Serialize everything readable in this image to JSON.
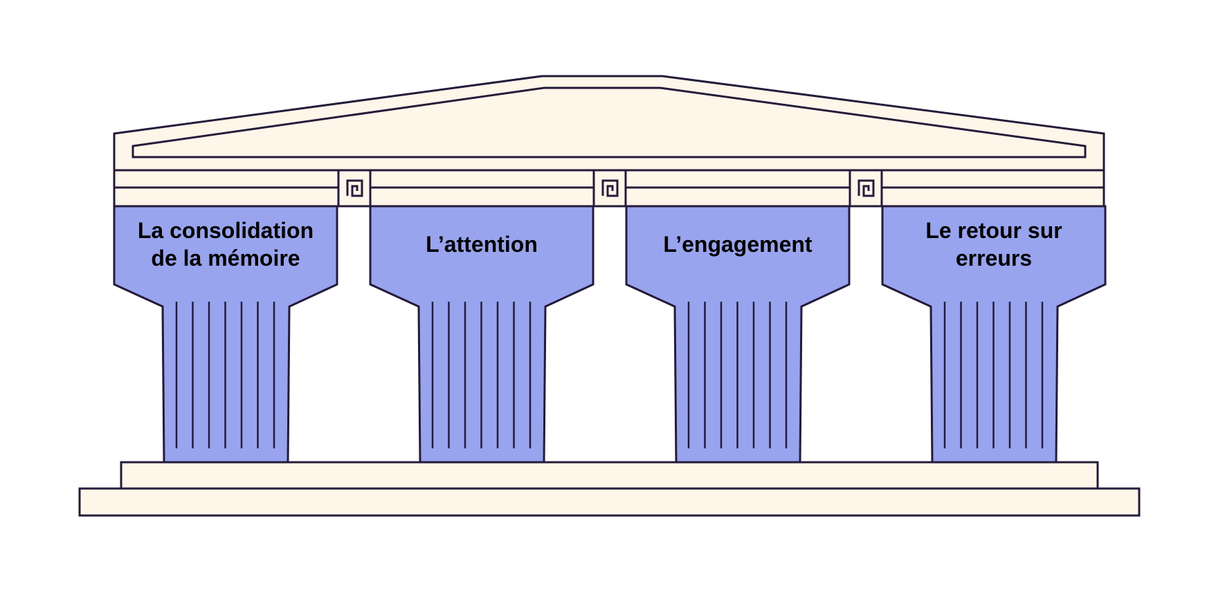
{
  "colors": {
    "outline": "#241a3a",
    "stone": "#fff6ea",
    "pillar": "#99a4ef",
    "background": "#ffffff",
    "text": "#000000"
  },
  "pillars": [
    {
      "label_lines": [
        "La consolidation",
        "de la mémoire"
      ]
    },
    {
      "label_lines": [
        "L’attention"
      ]
    },
    {
      "label_lines": [
        "L’engagement"
      ]
    },
    {
      "label_lines": [
        "Le retour sur",
        "erreurs"
      ]
    }
  ],
  "ornaments": [
    {
      "icon": "greek-key-icon"
    },
    {
      "icon": "greek-key-icon"
    },
    {
      "icon": "greek-key-icon"
    }
  ]
}
